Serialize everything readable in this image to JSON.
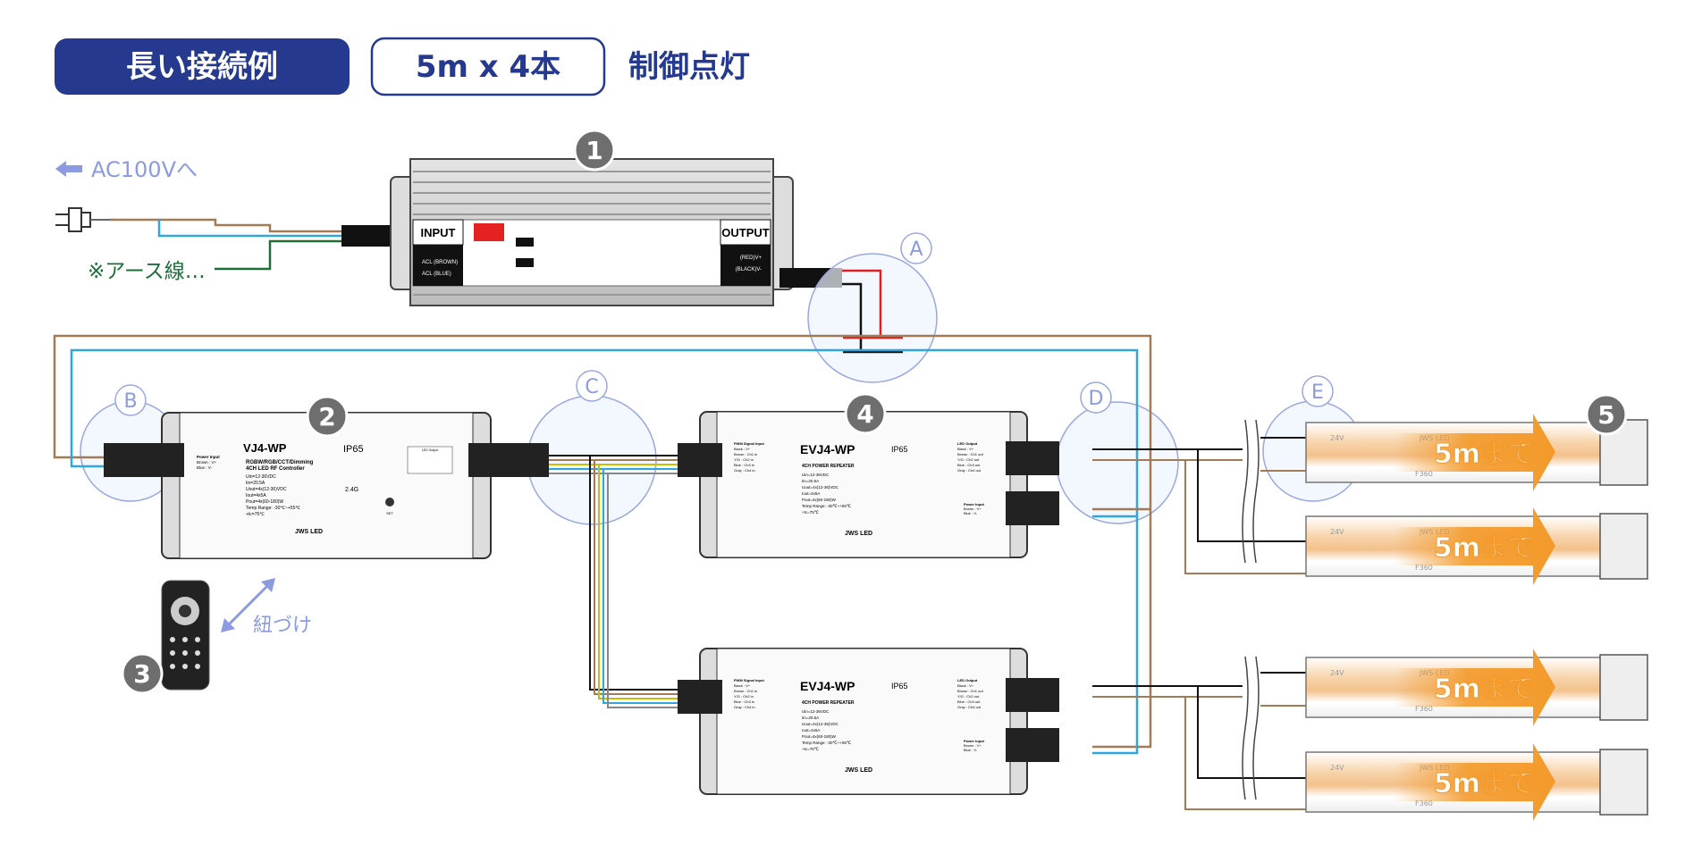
{
  "header": {
    "title": "長い接続例",
    "subtitle_box": "5m x 4本",
    "mode": "制御点灯"
  },
  "colors": {
    "navy": "#253a8f",
    "badge_gray": "#6e6e6e",
    "orange": "#f39a2b",
    "earth_green": "#1e6e3a",
    "ac_label": "#8c9ae0",
    "wire_brown": "#a27a55",
    "wire_blue": "#2fa6de",
    "wire_red": "#e02020"
  },
  "labels": {
    "ac": "AC100Vへ",
    "earth": "※アース線…",
    "pairing": "紐づけ"
  },
  "badges": [
    "1",
    "2",
    "3",
    "4",
    "5"
  ],
  "points": [
    "A",
    "B",
    "C",
    "D",
    "E"
  ],
  "psu": {
    "input": "INPUT",
    "output": "OUTPUT",
    "ac_l": "ACL (BROWN)",
    "ac_n": "ACL (BLUE)",
    "v_plus": "(RED)V+",
    "v_minus": "(BLACK)V-"
  },
  "controller": {
    "model": "VJ4-WP",
    "ip": "IP65",
    "desc1": "RGBW/RGB/CCT/Dimming",
    "desc2": "4CH LED RF Controller",
    "specs": [
      "Uin=12-36VDC",
      "Iin=20.5A",
      "Uout=4x(12-36)VDC",
      "Iout=4x5A",
      "Pout=4x(60-180)W",
      "Temp Range: -30℃~+55℃",
      "+tc=75℃"
    ],
    "power_input": [
      "Power Input",
      "Brown : V+",
      "Blue : V-"
    ],
    "rf": "2.4G",
    "set": "SET",
    "brand": "JWS LED",
    "table_title": "LED Output"
  },
  "repeater": {
    "model": "EVJ4-WP",
    "ip": "IP65",
    "desc": "4CH POWER REPEATER",
    "specs": [
      "Uin=12-36VDC",
      "Iin=20.5A",
      "Uout=4x(12-36)VDC",
      "Iout=4x5A",
      "Pout=4x(60-180)W",
      "Temp Range: -30℃~+55℃",
      "+tc=75℃"
    ],
    "pwm_input": [
      "PWM Signal Input",
      "Black : V+",
      "Brown : Ch1 in",
      "Y/G : Ch2 in",
      "Blue : Ch3 in",
      "Gray : Ch4 in"
    ],
    "led_output": [
      "LED Output",
      "Black : V+",
      "Brown : Ch1 out",
      "Y/G : Ch2 out",
      "Blue : Ch3 out",
      "Gray : Ch4 out"
    ],
    "power_input": [
      "Power Input",
      "Brown : V+",
      "Blue : V-"
    ],
    "brand": "JWS LED"
  },
  "strip": {
    "length_label": "5mまで",
    "voltage": "24V",
    "brand": "JWS LED",
    "model": "F360"
  }
}
